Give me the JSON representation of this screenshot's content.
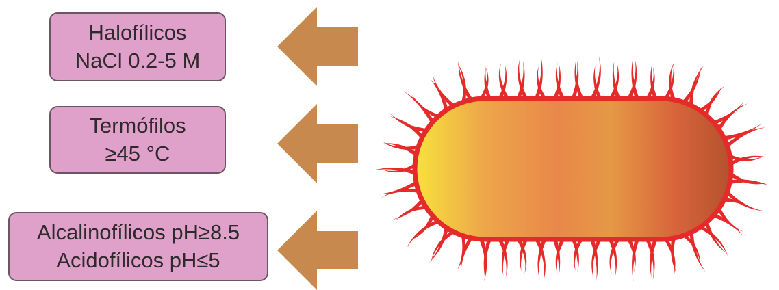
{
  "boxes": [
    {
      "line1": "Halofílicos",
      "line2": "NaCl 0.2-5 M"
    },
    {
      "line1": "Termófilos",
      "line2": "≥45 °C"
    },
    {
      "line1": "Alcalinofílicos pH≥8.5",
      "line2": "Acidofílicos pH≤5"
    }
  ],
  "colors": {
    "box_fill": "#dfa0c9",
    "box_border": "#6b5562",
    "arrow_fill": "#c8894f",
    "flagella": "#e52a2a",
    "cell_gradient": [
      "#f7e23c",
      "#e8884a",
      "#e59845",
      "#d8653a",
      "#b4512f"
    ]
  },
  "icons": {
    "arrows": "left-arrow-icon",
    "organism": "bacterium-icon"
  }
}
